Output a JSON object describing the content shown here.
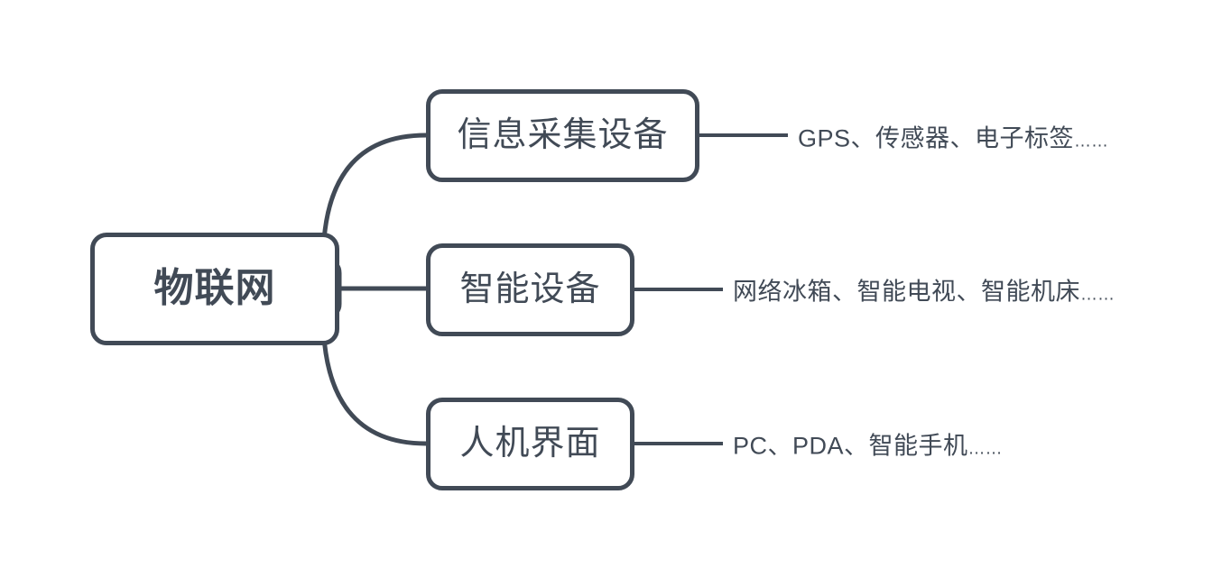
{
  "diagram": {
    "type": "mind-map",
    "title": "物联网",
    "line_color": "#414a56",
    "background_color": "#ffffff",
    "text_color": "#414a56"
  },
  "root": {
    "label": "物联网"
  },
  "branches": [
    {
      "id": "info-collection-device",
      "label": "信息采集设备",
      "leaf": "GPS、传感器、电子标签",
      "leaf_ellipsis": "……"
    },
    {
      "id": "smart-device",
      "label": "智能设备",
      "leaf": "网络冰箱、智能电视、智能机床",
      "leaf_ellipsis": "……"
    },
    {
      "id": "human-machine-interface",
      "label": "人机界面",
      "leaf": "PC、PDA、智能手机",
      "leaf_ellipsis": "……"
    }
  ]
}
